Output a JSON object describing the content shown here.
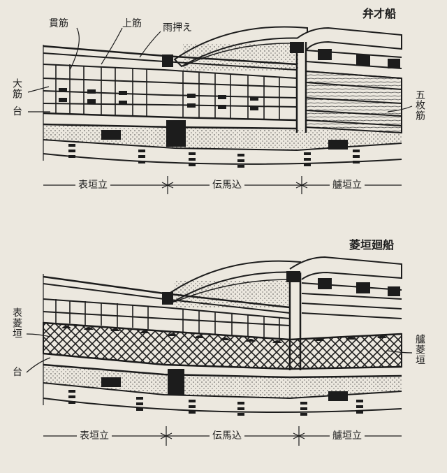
{
  "colors": {
    "paper": "#ece8df",
    "ink": "#1c1c1c"
  },
  "top_diagram": {
    "title": "弁才船",
    "labels": {
      "kannsuji": "貫筋",
      "uwasuji": "上筋",
      "amaoshie": "雨押え",
      "oosuji": "大筋",
      "dai": "台",
      "gomaisuji": "五枚筋"
    },
    "sections": [
      "表垣立",
      "伝馬込",
      "艫垣立"
    ]
  },
  "bottom_diagram": {
    "title": "菱垣廻船",
    "labels": {
      "omote_higaki": "表菱垣",
      "dai": "台",
      "tomo_higaki": "艫菱垣"
    },
    "sections": [
      "表垣立",
      "伝馬込",
      "艫垣立"
    ]
  }
}
